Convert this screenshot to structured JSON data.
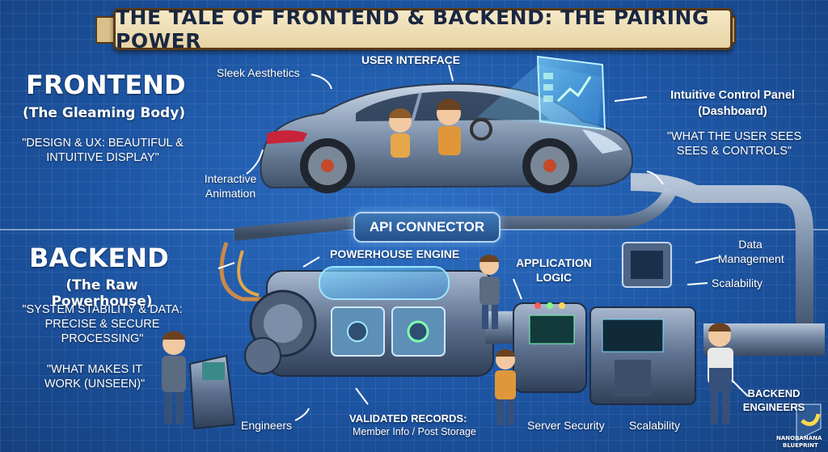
{
  "title": "THE TALE OF FRONTEND & BACKEND: THE PAIRING POWER",
  "frontend": {
    "heading": "FRONTEND",
    "subheading": "(The Gleaming Body)",
    "quote": "\"DESIGN & UX: BEAUTIFUL & INTUITIVE DISPLAY\"",
    "labels": {
      "sleek": "Sleek Aesthetics",
      "ui": "USER INTERFACE",
      "panel": "Intuitive Control Panel (Dashboard)",
      "sees": "\"WHAT THE USER SEES SEES & CONTROLS\"",
      "animation": "Interactive Animation"
    }
  },
  "api": "API CONNECTOR",
  "backend": {
    "heading": "BACKEND",
    "subheading": "(The Raw Powerhouse)",
    "quote": "\"SYSTEM STABILITY & DATA: PRECISE & SECURE PROCESSING\"",
    "quote2": "\"WHAT MAKES IT WORK (UNSEEN)\"",
    "labels": {
      "engine": "POWERHOUSE ENGINE",
      "logic": "APPLICATION LOGIC",
      "data": "Data Management",
      "scal1": "Scalability",
      "engineers": "Engineers",
      "records": "VALIDATED RECORDS:",
      "records_sub": "Member Info / Post Storage",
      "security": "Server Security",
      "scal2": "Scalability",
      "backend_eng": "BACKEND ENGINEERS"
    }
  },
  "watermark": {
    "line1": "NANOBANANA",
    "line2": "BLUEPRINT"
  },
  "colors": {
    "blueprint": "#1e5aa8",
    "banner": "#f1e2bd",
    "glow": "#7fd8ff",
    "metal": "#6f86a8"
  }
}
